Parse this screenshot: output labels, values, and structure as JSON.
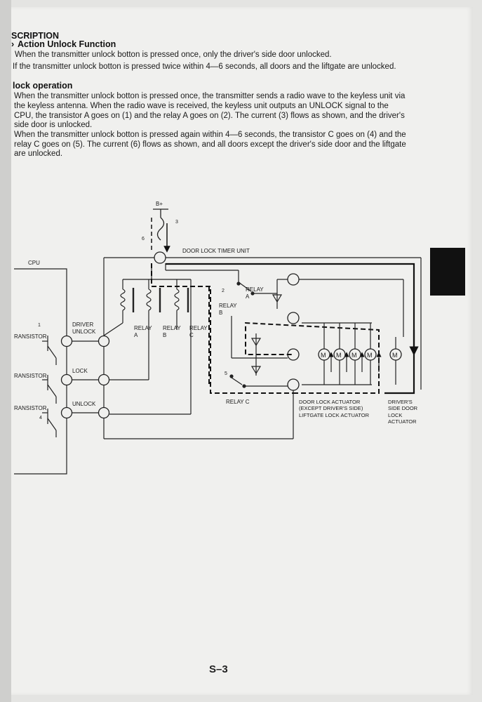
{
  "doc": {
    "section_title": "SCRIPTION",
    "subsection_title": "Action Unlock Function",
    "intro_lines": [
      "When the transmitter unlock botton is pressed once, only the driver's side door unlocked.",
      "If the transmitter unlock botton is pressed twice within 4—6 seconds, all doors and the liftgate are unlocked."
    ],
    "operation_title": "lock operation",
    "operation_lines": [
      "When the transmitter unlock botton is pressed once, the transmitter sends a radio wave to the keyless unit via",
      "the keyless antenna. When the radio wave is received, the keyless unit outputs an UNLOCK signal to the",
      "CPU, the transistor A goes on (1) and the relay A goes on (2). The current (3) flows as shown, and the driver's",
      "side door is unlocked.",
      "When the transmitter unlock botton is pressed again within 4—6 seconds, the transistor C goes on (4) and the",
      "relay C goes on (5). The current (6) flows as shown, and all doors except the driver's side door and the liftgate",
      "are unlocked."
    ],
    "page_number": "S–3"
  },
  "diagram": {
    "b_plus": "B+",
    "cpu": "CPU",
    "timer_unit": "DOOR LOCK TIMER UNIT",
    "driver_unlock_1": "DRIVER",
    "driver_unlock_2": "UNLOCK",
    "lock": "LOCK",
    "unlock": "UNLOCK",
    "transistor_1": "RANSISTOR",
    "transistor_2": "RANSISTOR",
    "transistor_3": "RANSISTOR",
    "relay_a_coil_1": "RELAY",
    "relay_a_coil_2": "A",
    "relay_b_coil_1": "RELAY",
    "relay_b_coil_2": "B",
    "relay_c_coil_1": "RELAY",
    "relay_c_coil_2": "C",
    "relay_a_sw_1": "RELAY",
    "relay_a_sw_2": "A",
    "relay_b_sw_1": "RELAY",
    "relay_b_sw_2": "B",
    "relay_c_sw": "RELAY C",
    "actuator_1": "DOOR LOCK ACTUATOR",
    "actuator_2": "(EXCEPT DRIVER'S SIDE)",
    "actuator_3": "LIFTGATE LOCK ACTUATOR",
    "drv_act_1": "DRIVER'S",
    "drv_act_2": "SIDE DOOR",
    "drv_act_3": "LOCK",
    "drv_act_4": "ACTUATOR",
    "n1": "1",
    "n2": "2",
    "n3": "3",
    "n4": "4",
    "n5": "5",
    "n6": "6",
    "motor": "M"
  }
}
